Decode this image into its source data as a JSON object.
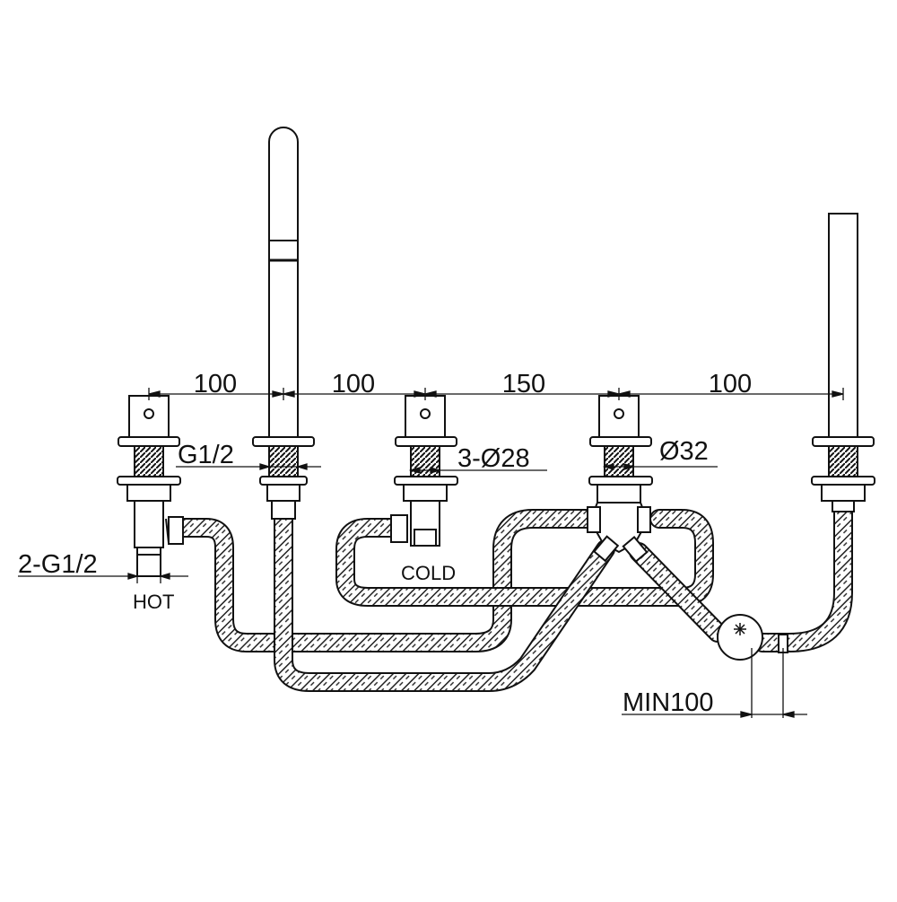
{
  "dimensions": {
    "spacing_1": "100",
    "spacing_2": "100",
    "spacing_3": "150",
    "spacing_4": "100",
    "spout_thread": "G1/2",
    "hole_diameter": "3-Ø28",
    "diverter_diameter": "Ø32",
    "inlet_thread": "2-G1/2",
    "hose_clearance": "MIN100"
  },
  "labels": {
    "hot": "HOT",
    "cold": "COLD"
  },
  "colors": {
    "line": "#1a1a1a",
    "hose_fill": "#d9d9d9",
    "background": "#ffffff"
  }
}
